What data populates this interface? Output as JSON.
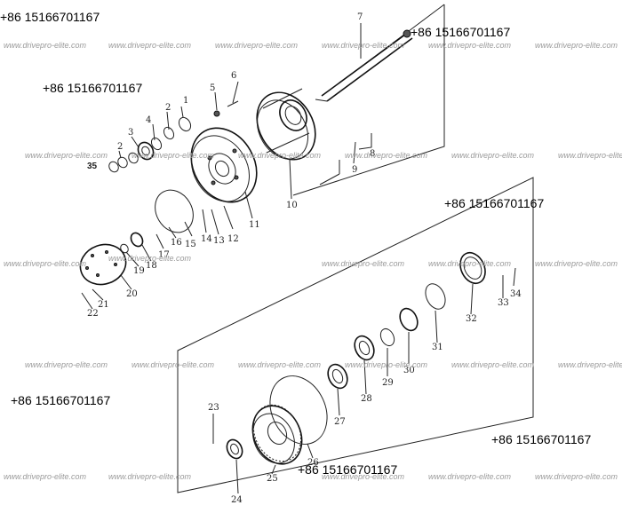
{
  "phone_number": "+86 15166701167",
  "watermark_text": "www.drivepro-elite.com",
  "callouts": {
    "c1": "1",
    "c2a": "2",
    "c2b": "2",
    "c3": "3",
    "c4": "4",
    "c5": "5",
    "c6": "6",
    "c7": "7",
    "c8": "8",
    "c9": "9",
    "c10": "10",
    "c11": "11",
    "c12": "12",
    "c13": "13",
    "c14": "14",
    "c15": "15",
    "c16": "16",
    "c17": "17",
    "c18": "18",
    "c19": "19",
    "c20": "20",
    "c21": "21",
    "c22": "22",
    "c23": "23",
    "c24": "24",
    "c25": "25",
    "c26": "26",
    "c27": "27",
    "c28": "28",
    "c29": "29",
    "c30": "30",
    "c31": "31",
    "c32": "32",
    "c33": "33",
    "c34": "34",
    "c35": "35"
  }
}
